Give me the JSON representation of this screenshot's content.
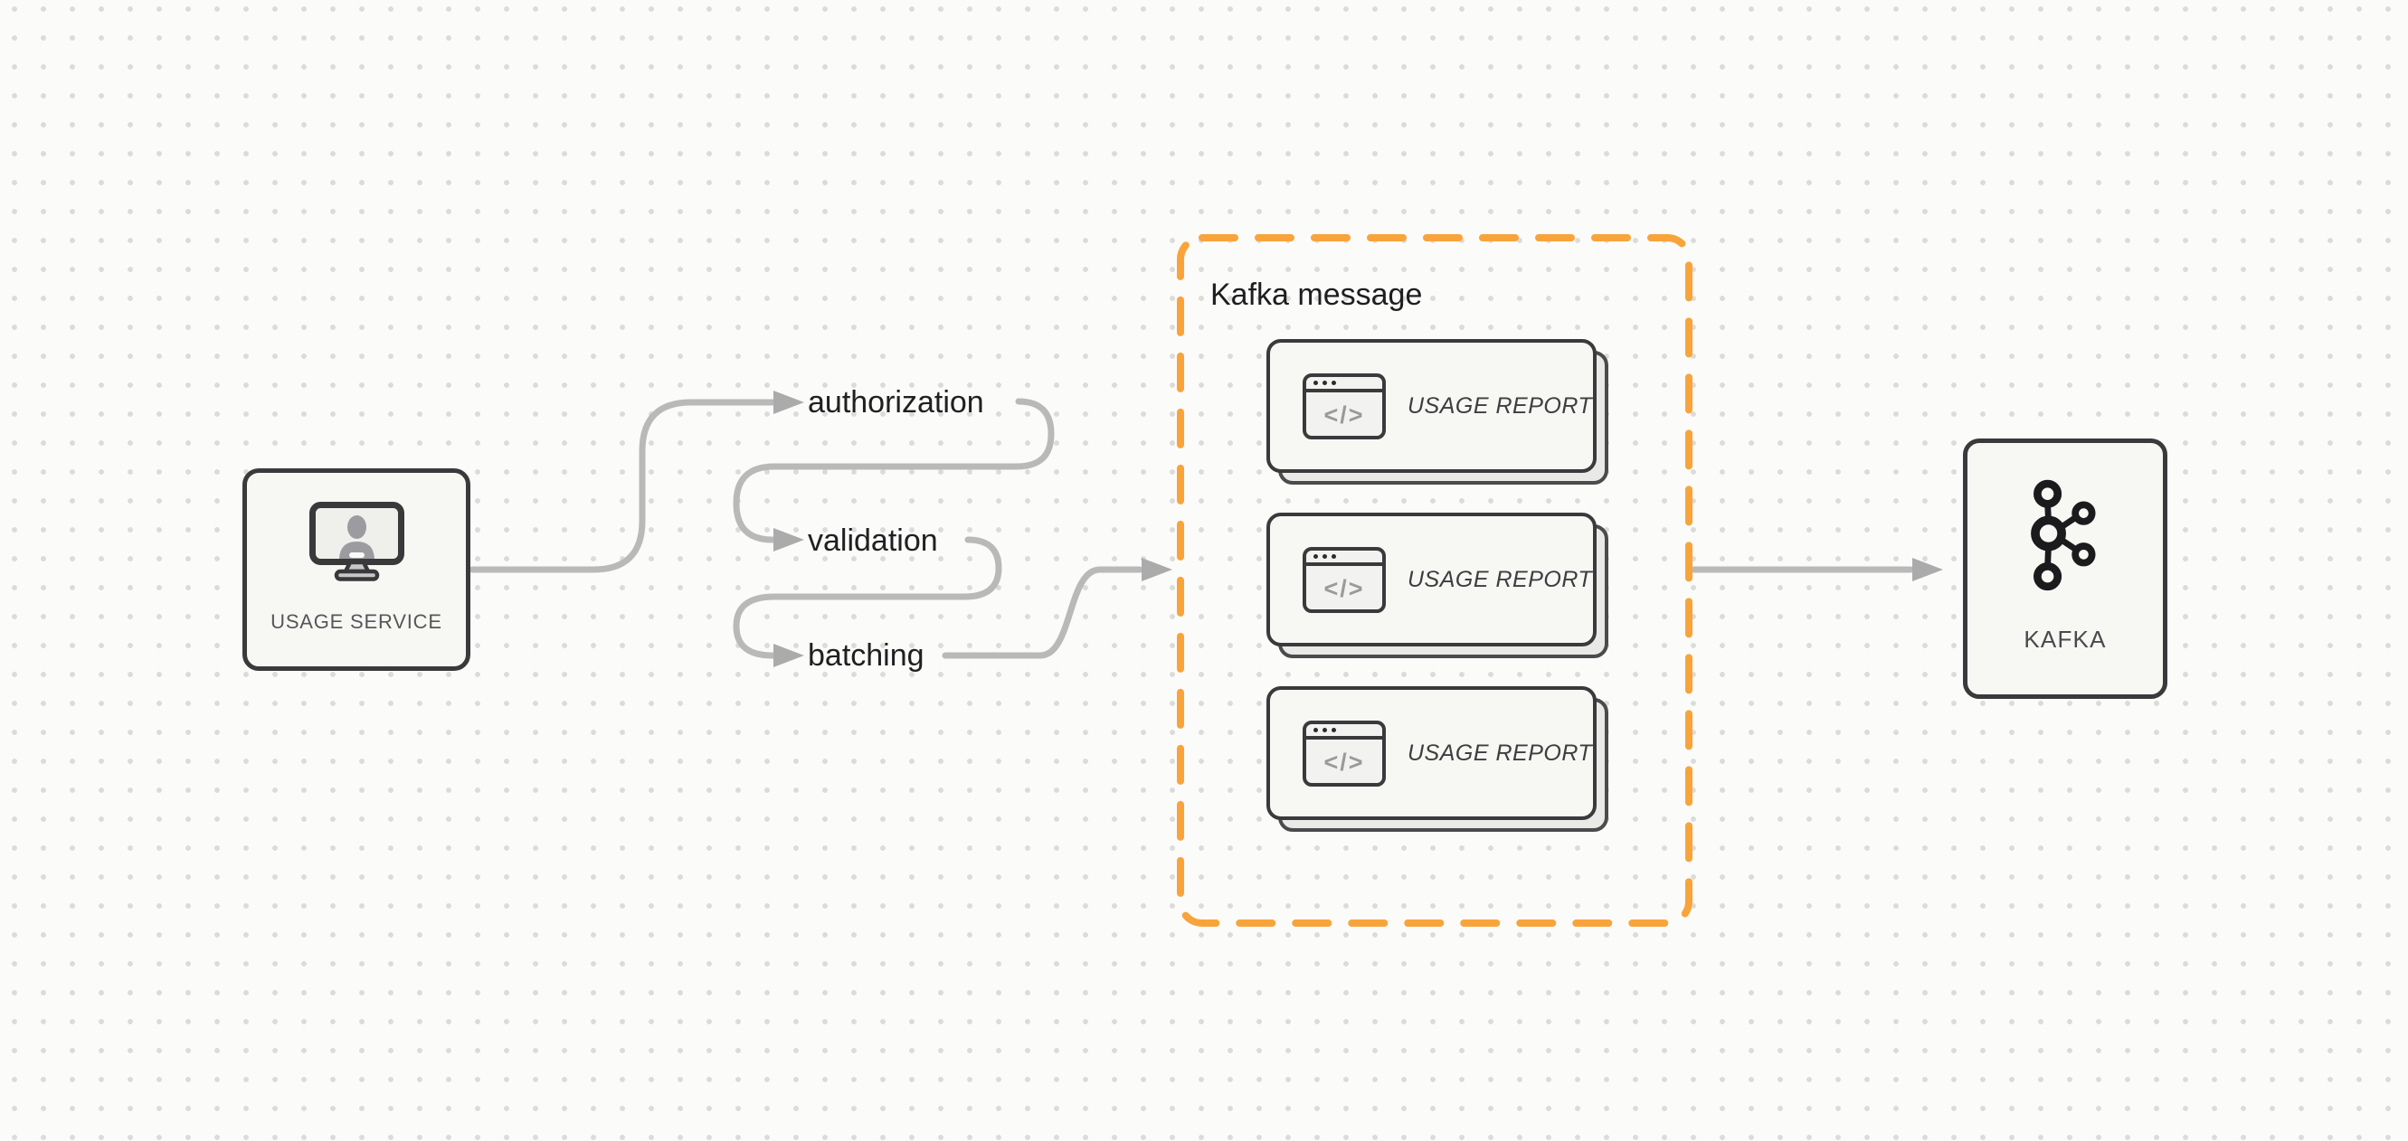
{
  "diagram": {
    "background": "#FBFBF9",
    "dot_color": "#DBDBD9",
    "accent_orange": "#F8A43B",
    "connector_gray": "#B9B9B9",
    "arrowhead_gray": "#ABABAB",
    "node_border": "#3A3A3C",
    "node_fill": "#F7F7F4"
  },
  "usage_service_node": {
    "label": "USAGE SERVICE",
    "icon": "monitor-user-icon"
  },
  "flow_steps": [
    {
      "label": "authorization"
    },
    {
      "label": "validation"
    },
    {
      "label": "batching"
    }
  ],
  "kafka_message_group": {
    "title": "Kafka message",
    "card_icon": "code-window-icon",
    "code_glyph": "</>",
    "cards": [
      {
        "label": "USAGE REPORT"
      },
      {
        "label": "USAGE REPORT"
      },
      {
        "label": "USAGE REPORT"
      }
    ]
  },
  "kafka_node": {
    "label": "KAFKA",
    "icon": "kafka-logo-icon"
  }
}
